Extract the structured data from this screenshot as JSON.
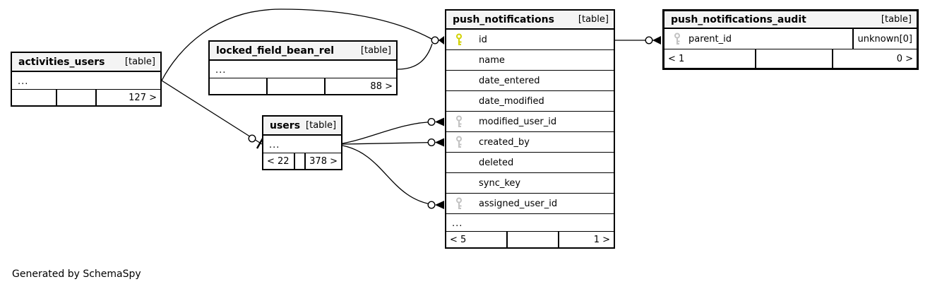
{
  "generator": "Generated by SchemaSpy",
  "colors": {
    "header_bg": "#f4f4f4",
    "primary_key_color": "#d2d200",
    "foreign_key_color": "#c2c2c2",
    "line_color": "#000000"
  },
  "tables": {
    "activities_users": {
      "name": "activities_users",
      "type": "[table]",
      "ellipsis": "...",
      "footer_left": "",
      "footer_mid": "",
      "footer_right": "127 >"
    },
    "locked_field_bean_rel": {
      "name": "locked_field_bean_rel",
      "type": "[table]",
      "ellipsis": "...",
      "footer_left": "",
      "footer_mid": "",
      "footer_right": "88 >"
    },
    "users": {
      "name": "users",
      "type": "[table]",
      "ellipsis": "...",
      "footer_left": "< 22",
      "footer_mid": "",
      "footer_right": "378 >"
    },
    "push_notifications": {
      "name": "push_notifications",
      "type": "[table]",
      "columns": [
        {
          "name": "id",
          "key": "primary"
        },
        {
          "name": "name",
          "key": ""
        },
        {
          "name": "date_entered",
          "key": ""
        },
        {
          "name": "date_modified",
          "key": ""
        },
        {
          "name": "modified_user_id",
          "key": "foreign"
        },
        {
          "name": "created_by",
          "key": "foreign"
        },
        {
          "name": "deleted",
          "key": ""
        },
        {
          "name": "sync_key",
          "key": ""
        },
        {
          "name": "assigned_user_id",
          "key": "foreign"
        }
      ],
      "ellipsis": "...",
      "footer_left": "< 5",
      "footer_mid": "",
      "footer_right": "1 >"
    },
    "push_notifications_audit": {
      "name": "push_notifications_audit",
      "type": "[table]",
      "columns": [
        {
          "name": "parent_id",
          "key": "foreign",
          "note": "unknown[0]"
        }
      ],
      "footer_left": "< 1",
      "footer_mid": "",
      "footer_right": "0 >"
    }
  }
}
